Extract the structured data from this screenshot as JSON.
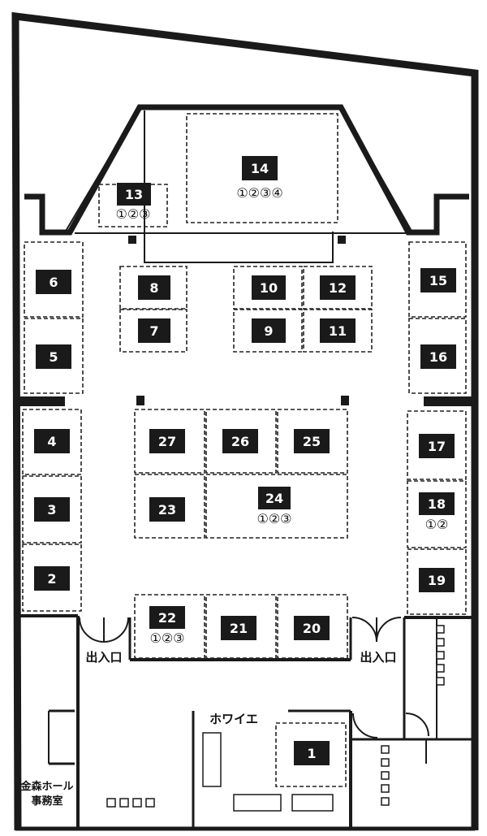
{
  "booths": [
    {
      "number": "1",
      "sub": ""
    },
    {
      "number": "2",
      "sub": ""
    },
    {
      "number": "3",
      "sub": ""
    },
    {
      "number": "4",
      "sub": ""
    },
    {
      "number": "5",
      "sub": ""
    },
    {
      "number": "6",
      "sub": ""
    },
    {
      "number": "7",
      "sub": ""
    },
    {
      "number": "8",
      "sub": ""
    },
    {
      "number": "9",
      "sub": ""
    },
    {
      "number": "10",
      "sub": ""
    },
    {
      "number": "11",
      "sub": ""
    },
    {
      "number": "12",
      "sub": ""
    },
    {
      "number": "13",
      "sub": "①②③"
    },
    {
      "number": "14",
      "sub": "①②③④"
    },
    {
      "number": "15",
      "sub": ""
    },
    {
      "number": "16",
      "sub": ""
    },
    {
      "number": "17",
      "sub": ""
    },
    {
      "number": "18",
      "sub": "①②"
    },
    {
      "number": "19",
      "sub": ""
    },
    {
      "number": "20",
      "sub": ""
    },
    {
      "number": "21",
      "sub": ""
    },
    {
      "number": "22",
      "sub": "①②③"
    },
    {
      "number": "23",
      "sub": ""
    },
    {
      "number": "24",
      "sub": "①②③"
    },
    {
      "number": "25",
      "sub": ""
    },
    {
      "number": "26",
      "sub": ""
    },
    {
      "number": "27",
      "sub": ""
    }
  ],
  "labels": {
    "entrance_left": "出入口",
    "entrance_right": "出入口",
    "foyer": "ホワイエ",
    "office_line1": "金森ホール",
    "office_line2": "事務室"
  }
}
